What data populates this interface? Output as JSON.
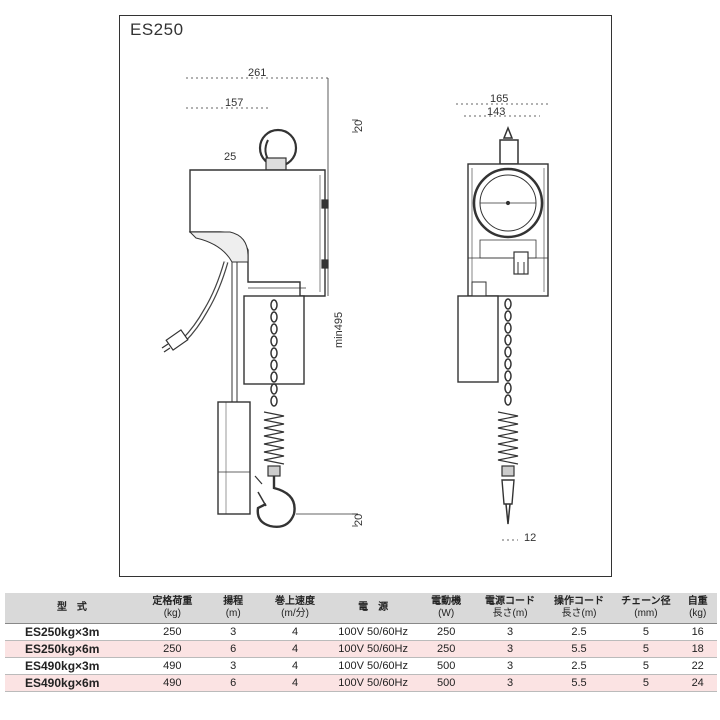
{
  "drawing": {
    "model": "ES250",
    "dimensions": {
      "side_width_total": "261",
      "side_width_partial": "157",
      "hook_offset": "25",
      "top_clearance": "20",
      "min_headroom": "min495",
      "bottom_clearance": "20",
      "front_width_total": "165",
      "front_width_inner": "143",
      "chain_offset": "12"
    }
  },
  "spec_table": {
    "headers": [
      {
        "label": "型　式",
        "unit": ""
      },
      {
        "label": "定格荷重",
        "unit": "(kg)"
      },
      {
        "label": "揚程",
        "unit": "(m)"
      },
      {
        "label": "巻上速度",
        "unit": "(m/分)"
      },
      {
        "label": "電　源",
        "unit": ""
      },
      {
        "label": "電動機",
        "unit": "(W)"
      },
      {
        "label": "電源コード",
        "unit": "長さ(m)"
      },
      {
        "label": "操作コード",
        "unit": "長さ(m)"
      },
      {
        "label": "チェーン径",
        "unit": "(mm)"
      },
      {
        "label": "自重",
        "unit": "(kg)"
      }
    ],
    "rows": [
      [
        "ES250kg×3m",
        "250",
        "3",
        "4",
        "100V 50/60Hz",
        "250",
        "3",
        "2.5",
        "5",
        "16"
      ],
      [
        "ES250kg×6m",
        "250",
        "6",
        "4",
        "100V 50/60Hz",
        "250",
        "3",
        "5.5",
        "5",
        "18"
      ],
      [
        "ES490kg×3m",
        "490",
        "3",
        "4",
        "100V 50/60Hz",
        "500",
        "3",
        "2.5",
        "5",
        "22"
      ],
      [
        "ES490kg×6m",
        "490",
        "6",
        "4",
        "100V 50/60Hz",
        "500",
        "3",
        "5.5",
        "5",
        "24"
      ]
    ]
  }
}
